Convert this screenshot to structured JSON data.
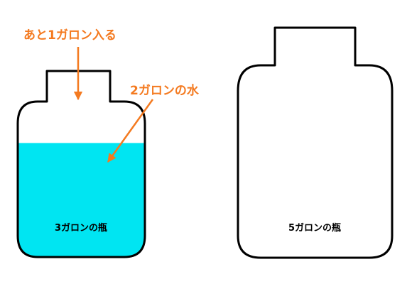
{
  "colors": {
    "annotation": "#f47a20",
    "water": "#00e5f2",
    "outline": "#000000",
    "label": "#000000"
  },
  "annotations": {
    "add_one_gallon": "あと1ガロン入る",
    "two_gallons_water": "2ガロンの水"
  },
  "bottles": {
    "small": {
      "label": "3ガロンの瓶",
      "capacity_gallons": 3,
      "water_gallons": 2
    },
    "large": {
      "label": "5ガロンの瓶",
      "capacity_gallons": 5,
      "water_gallons": 0
    }
  }
}
